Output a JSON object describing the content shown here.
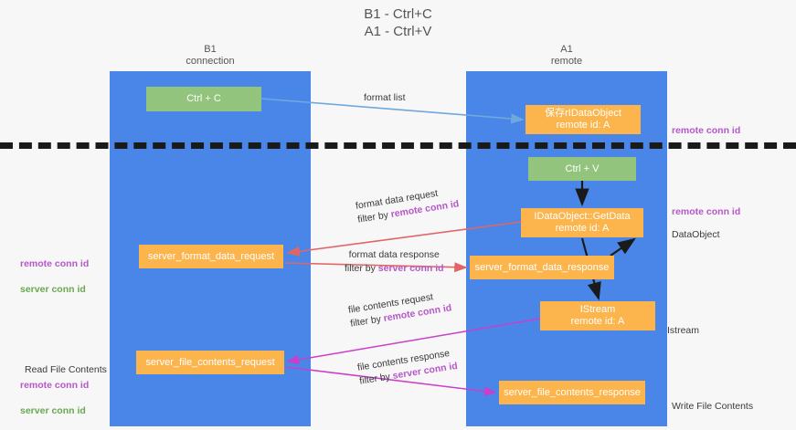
{
  "title": "B1 - Ctrl+C\nA1 - Ctrl+V",
  "columns": {
    "left": {
      "header": "B1\nconnection"
    },
    "right": {
      "header": "A1\nremote"
    }
  },
  "nodes": {
    "ctrl_c": "Ctrl + C",
    "idataobject": "保存rIDataObject\nremote id: A",
    "ctrl_v": "Ctrl + V",
    "getdata": "IDataObject::GetData\nremote id: A",
    "server_format_data_request": "server_format_data_request",
    "server_format_data_response": "server_format_data_response",
    "istream": "IStream\nremote id: A",
    "server_file_contents_request": "server_file_contents_request",
    "server_file_contents_response": "server_file_contents_response"
  },
  "edge_labels": {
    "format_list": "format list",
    "format_data_request": "format data request",
    "format_data_request_filter_prefix": "filter by ",
    "format_data_request_filter_key": "remote conn id",
    "format_data_response": "format data response",
    "format_data_response_filter_prefix": "filter by ",
    "format_data_response_filter_key": "server conn id",
    "file_contents_request": "file contents request",
    "file_contents_request_filter_prefix": "filter by ",
    "file_contents_request_filter_key": "remote conn id",
    "file_contents_response": "file contents response",
    "file_contents_response_filter_prefix": "filter by ",
    "file_contents_response_filter_key": "server conn id"
  },
  "annotations": {
    "right_remote_conn_id_top": "remote conn id",
    "right_remote_conn_id_mid": "remote conn id",
    "right_dataobject": "DataObject",
    "right_istream": "Istream",
    "right_write_file_contents": "Write File Contents",
    "left_remote_conn_id": "remote conn id",
    "left_server_conn_id": "server conn id",
    "left_read_file_contents": "Read File Contents",
    "left_remote_conn_id_2": "remote conn id",
    "left_server_conn_id_2": "server conn id"
  },
  "colors": {
    "background": "#f7f7f7",
    "lane": "#4a86e8",
    "green_node": "#93c47d",
    "orange_node": "#fcb44d",
    "divider": "#1a1a1a",
    "purple_text": "#b657c9",
    "green_text": "#6aa84f",
    "arrow_blue": "#6fa8dc",
    "arrow_red": "#e06666",
    "arrow_magenta": "#c93fc9",
    "arrow_black": "#1a1a1a"
  }
}
